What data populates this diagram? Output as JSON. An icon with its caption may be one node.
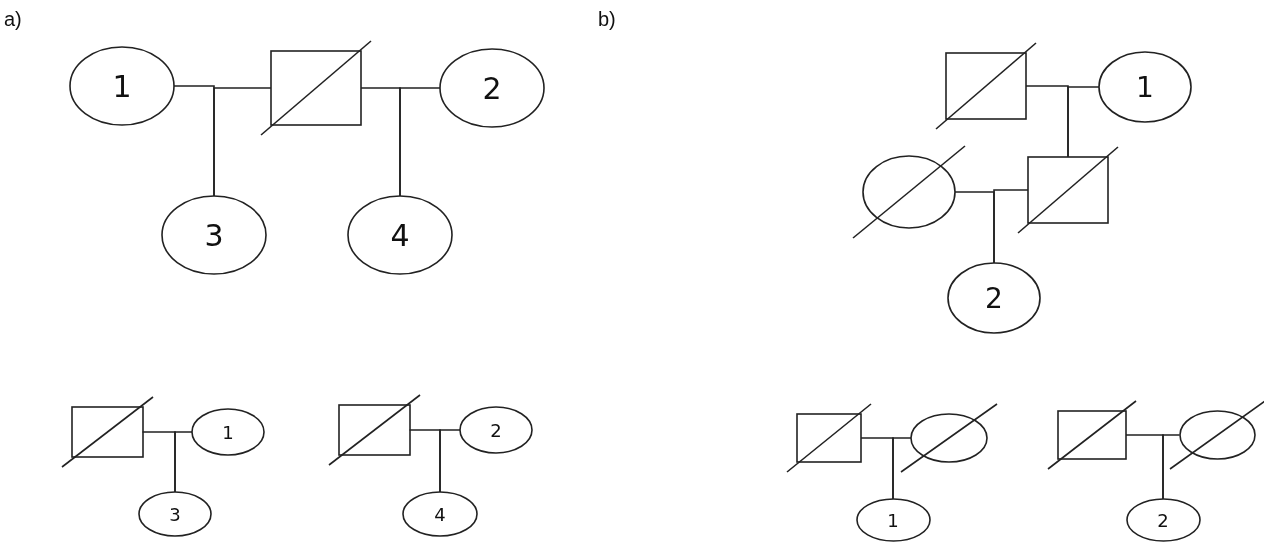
{
  "diagram": {
    "nodes": [
      {
        "text": [
          "1"
        ]
      },
      {
        "text": [],
        "shape": "box"
      },
      {
        "text": [
          "2"
        ]
      },
      {
        "text": [
          "3"
        ]
      },
      {
        "text": [
          "4"
        ]
      },
      {
        "text": [],
        "shape": "box"
      },
      {
        "text": [
          "1"
        ]
      },
      {
        "text": [],
        "shape": "circle"
      },
      {
        "text": [],
        "shape": "box"
      },
      {
        "text": [
          "2"
        ]
      },
      {
        "text": [],
        "shape": "box"
      },
      {
        "text": [
          "1"
        ]
      },
      {
        "text": [
          "3"
        ]
      },
      {
        "text": [],
        "shape": "box"
      },
      {
        "text": [
          "2"
        ]
      },
      {
        "text": [
          "4"
        ]
      },
      {
        "text": [],
        "shape": "box"
      },
      {
        "text": [],
        "shape": "circle"
      },
      {
        "text": [
          "1"
        ]
      },
      {
        "text": [],
        "shape": "box"
      },
      {
        "text": [],
        "shape": "circle"
      },
      {
        "text": [
          "2"
        ]
      }
    ],
    "edges": [
      {
        "from": 0,
        "to": 3,
        "arrow": "none"
      },
      {
        "from": 1,
        "to": 3,
        "arrow": "none"
      },
      {
        "from": 1,
        "to": 4,
        "arrow": "none"
      },
      {
        "from": 2,
        "to": 4,
        "arrow": "none"
      },
      {
        "from": 5,
        "to": 8,
        "arrow": "none"
      },
      {
        "from": 6,
        "to": 8,
        "arrow": "none"
      },
      {
        "from": 7,
        "to": 9,
        "arrow": "none"
      },
      {
        "from": 8,
        "to": 9,
        "arrow": "none"
      },
      {
        "from": 10,
        "to": 12,
        "arrow": "none"
      },
      {
        "from": 11,
        "to": 12,
        "arrow": "none"
      },
      {
        "from": 13,
        "to": 15,
        "arrow": "none"
      },
      {
        "from": 14,
        "to": 15,
        "arrow": "none"
      },
      {
        "from": 16,
        "to": 18,
        "arrow": "none"
      },
      {
        "from": 17,
        "to": 18,
        "arrow": "none"
      },
      {
        "from": 19,
        "to": 21,
        "arrow": "none"
      },
      {
        "from": 20,
        "to": 21,
        "arrow": "none"
      }
    ],
    "labels": [
      "a)",
      "b)"
    ]
  }
}
